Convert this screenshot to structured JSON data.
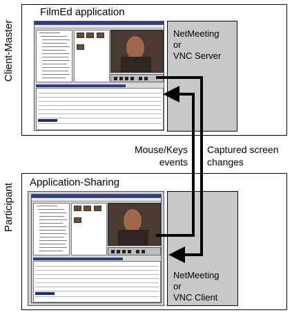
{
  "roles": {
    "top": "Client-Master",
    "bottom": "Participant"
  },
  "top_box": {
    "title": "FilmEd application",
    "server_lines": [
      "NetMeeting",
      "or",
      "VNC Server"
    ]
  },
  "bottom_box": {
    "title": "Application-Sharing",
    "client_lines": [
      "NetMeeting",
      "or",
      "VNC Client"
    ]
  },
  "flows": {
    "left_lines": [
      "Mouse/Keys",
      "events"
    ],
    "right_lines": [
      "Captured screen",
      "changes"
    ]
  }
}
